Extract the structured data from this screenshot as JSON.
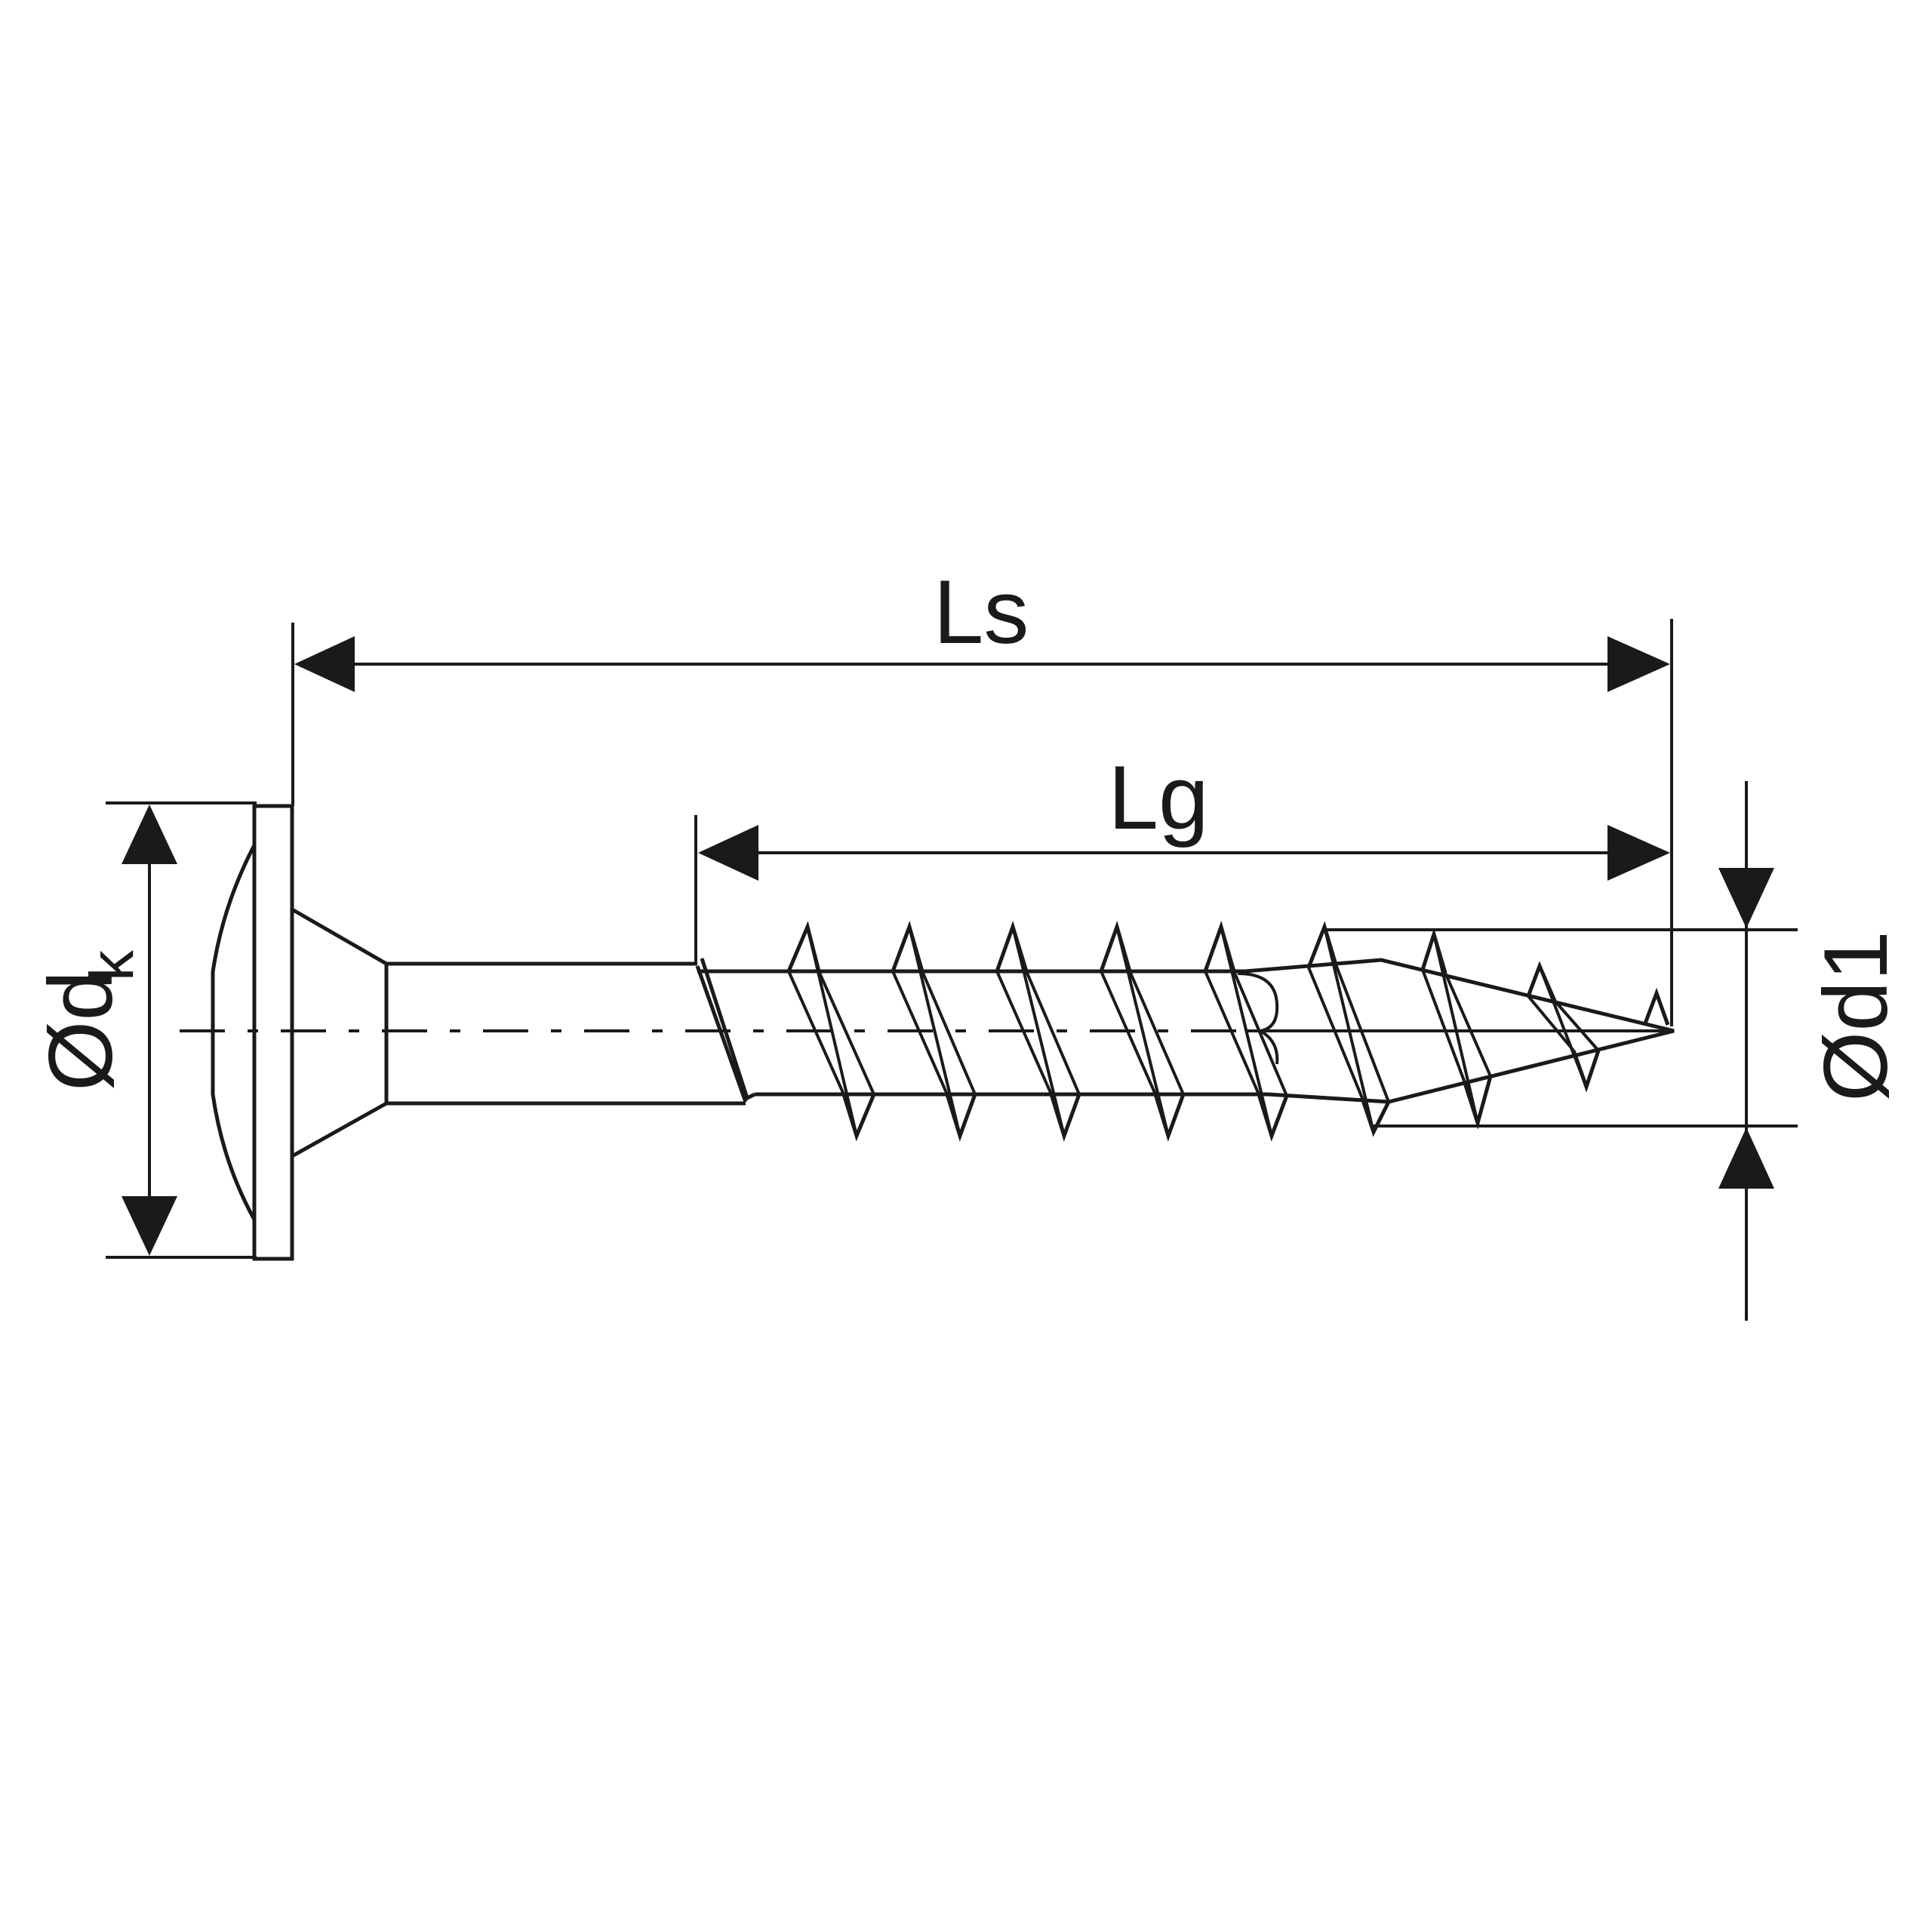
{
  "labels": {
    "ls": "Ls",
    "lg": "Lg",
    "dk_symbol": "Ød",
    "dk_sub": "k",
    "d1": "Ød1"
  },
  "colors": {
    "line": "#1a1a1a",
    "background": "#ffffff"
  }
}
